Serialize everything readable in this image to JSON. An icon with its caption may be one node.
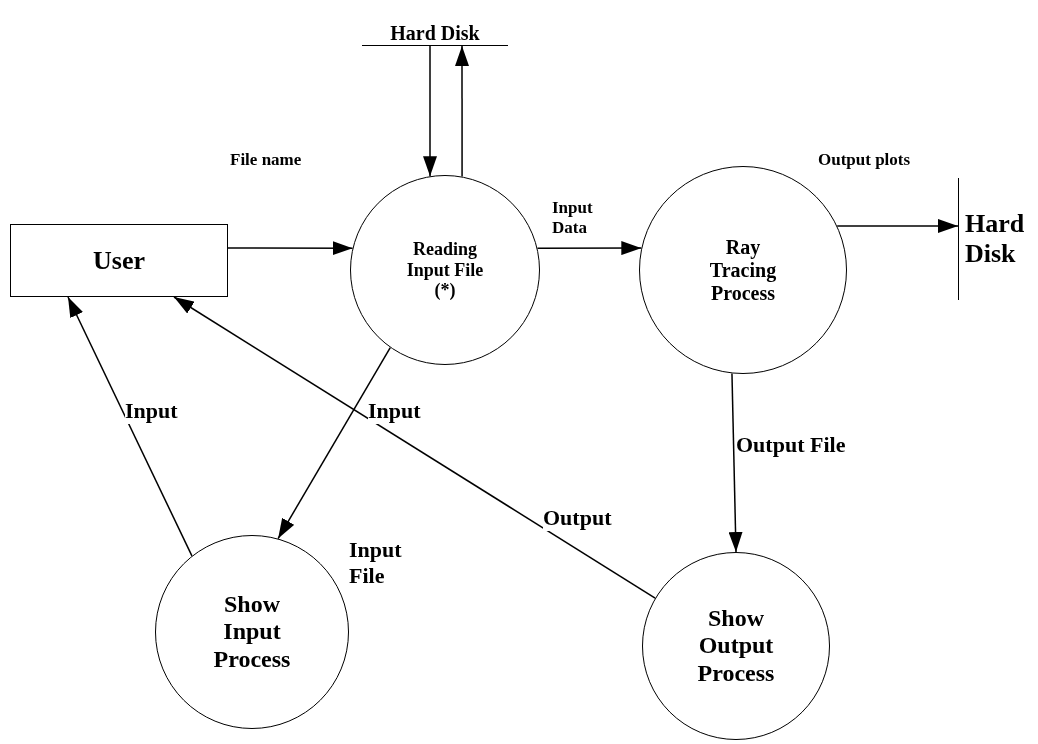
{
  "diagram": {
    "nodes": [
      {
        "text": [
          "Hard Disk"
        ]
      },
      {
        "text": [
          "User"
        ]
      },
      {
        "text": [
          "Reading Input File",
          "(*)"
        ]
      },
      {
        "text": [
          "Ray Tracing Process"
        ]
      },
      {
        "text": [
          "Hard Disk"
        ]
      },
      {
        "text": [
          "Show Input Process"
        ]
      },
      {
        "text": [
          "Show Output Process"
        ]
      }
    ],
    "edges": [
      {
        "from": 0,
        "to": 2,
        "arrow": "to"
      },
      {
        "from": 2,
        "to": 0,
        "arrow": "to"
      },
      {
        "from": 1,
        "to": 2,
        "arrow": "to",
        "label": "File name"
      },
      {
        "from": 2,
        "to": 3,
        "arrow": "to",
        "label": "Input Data"
      },
      {
        "from": 3,
        "to": 4,
        "arrow": "to",
        "label": "Output plots"
      },
      {
        "from": 3,
        "to": 6,
        "arrow": "to",
        "label": "Output File"
      },
      {
        "from": 2,
        "to": 5,
        "arrow": "to",
        "label": "Input"
      },
      {
        "from": 5,
        "to": 1,
        "arrow": "to",
        "label": "Input"
      },
      {
        "from": 6,
        "to": 1,
        "arrow": "to",
        "label": "Output"
      }
    ],
    "labels": [
      "Input File"
    ]
  }
}
